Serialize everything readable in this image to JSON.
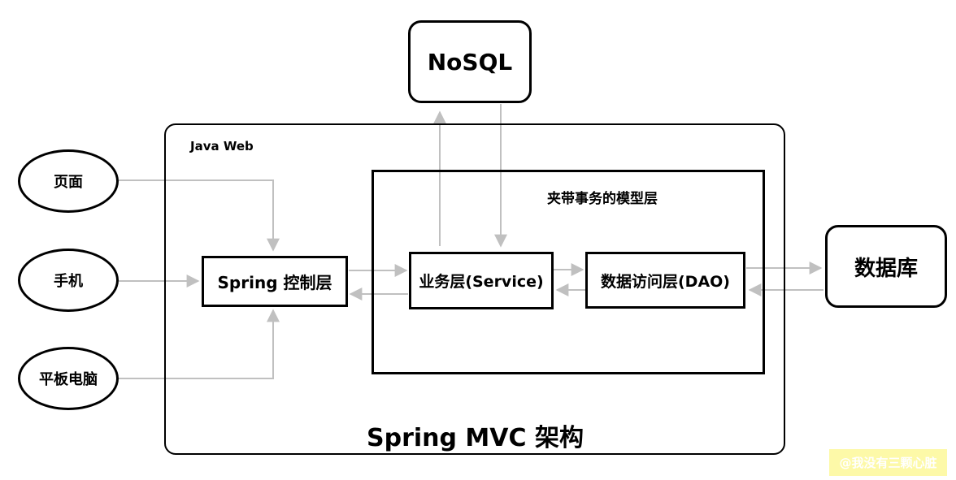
{
  "clients": [
    {
      "label": "页面"
    },
    {
      "label": "手机"
    },
    {
      "label": "平板电脑"
    }
  ],
  "nosql": {
    "label": "NoSQL"
  },
  "database": {
    "label": "数据库"
  },
  "java_web": {
    "label": "Java Web",
    "caption": "Spring MVC 架构"
  },
  "controller": {
    "label": "Spring 控制层"
  },
  "model_layer": {
    "label": "夹带事务的模型层",
    "service": {
      "label": "业务层(Service)"
    },
    "dao": {
      "label": "数据访问层(DAO)"
    }
  },
  "watermark": {
    "text": "@我没有三颗心脏",
    "background": "#fdf9a8",
    "color": "#ffffff"
  },
  "colors": {
    "arrow": "#c0c0c0",
    "border": "#000000"
  }
}
